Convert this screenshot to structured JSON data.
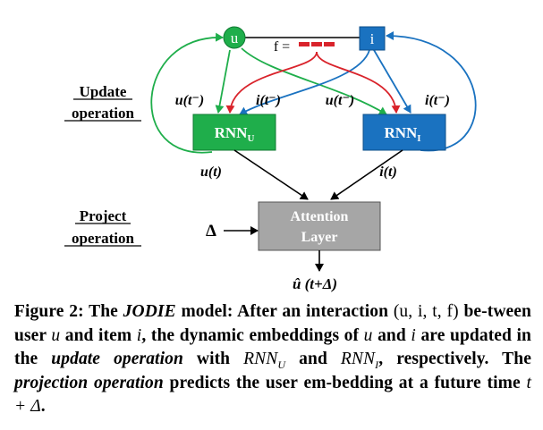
{
  "figure": {
    "user_node": "u",
    "item_node": "i",
    "f_label": "f =",
    "rnn_u": {
      "main": "RNN",
      "sub": "U"
    },
    "rnn_i": {
      "main": "RNN",
      "sub": "I"
    },
    "attention": {
      "line1": "Attention",
      "line2": "Layer"
    },
    "delta": "Δ",
    "output": "û (t+Δ)",
    "section_update": {
      "line1": "Update",
      "line2": "operation"
    },
    "section_project": {
      "line1": "Project",
      "line2": "operation"
    },
    "edge_labels": {
      "u_prev_left": "u(t⁻)",
      "i_prev_left": "i(t⁻)",
      "u_prev_right": "u(t⁻)",
      "i_prev_right": "i(t⁻)",
      "u_t": "u(t)",
      "i_t": "i(t)"
    },
    "colors": {
      "user_green": "#1fae4b",
      "item_blue": "#1a72c0",
      "feature_red": "#d9232b",
      "attention_gray": "#a6a6a6"
    }
  },
  "caption": {
    "t1": "Figure 2: The ",
    "model": "JODIE",
    "t2": " model: After an interaction ",
    "tuple": "(u, i, t, f)",
    "t3": " be-tween user ",
    "u1": "u",
    "t4": " and item ",
    "i1": "i",
    "t5": ", the dynamic embeddings of ",
    "u2": "u",
    "t6": " and ",
    "i2": "i",
    "t7": " are updated in the ",
    "update_op": "update operation",
    "t8": " with ",
    "rnn_u": "RNN",
    "rnn_u_sub": "U",
    "t9": " and ",
    "rnn_i": "RNN",
    "rnn_i_sub": "I",
    "t10": ", respectively. The ",
    "projection_op": "projection operation",
    "t11": " predicts the user em-bedding at a future time ",
    "future": "t + Δ",
    "t12": "."
  }
}
